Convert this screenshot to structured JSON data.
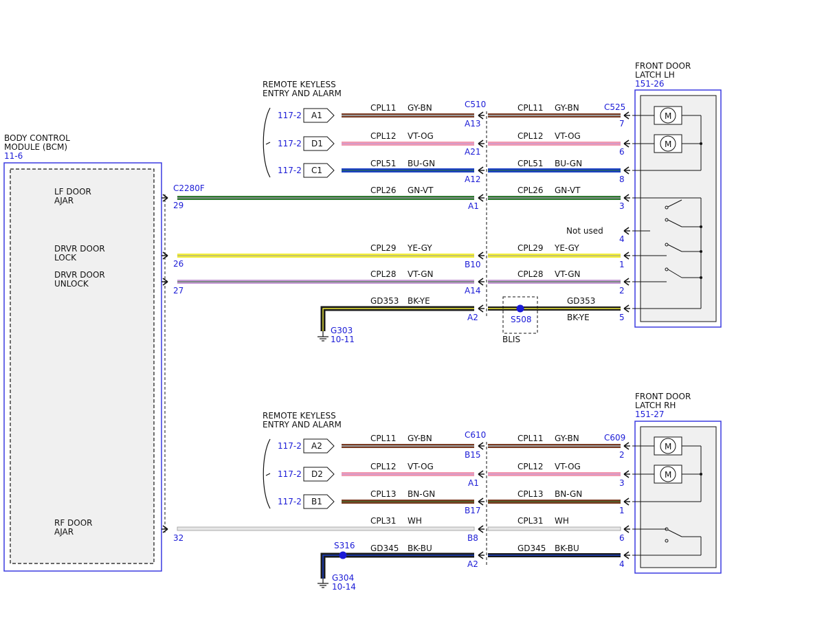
{
  "colors": {
    "blue_ref": "#1a1ad6",
    "box_border": "#3a3ae0",
    "box_fill": "#f0f0f0",
    "gy": "#9a9a9a",
    "bn": "#7a3b22",
    "vt": "#c79ad6",
    "og": "#f29ab0",
    "bu": "#1a3fc4",
    "gn": "#2f7a2f",
    "ye": "#f2ee3a",
    "bk": "#1a1a1a",
    "wh": "#e6e6e6"
  },
  "bcm": {
    "title_line1": "BODY CONTROL",
    "title_line2": "MODULE (BCM)",
    "ref": "11-6",
    "lf_ajar_1": "LF DOOR",
    "lf_ajar_2": "AJAR",
    "drvr_lock_1": "DRVR DOOR",
    "drvr_lock_2": "LOCK",
    "drvr_unlock_1": "DRVR DOOR",
    "drvr_unlock_2": "UNLOCK",
    "rf_ajar_1": "RF DOOR",
    "rf_ajar_2": "AJAR",
    "connector": "C2280F",
    "pin_29": "29",
    "pin_26": "26",
    "pin_27": "27",
    "pin_32": "32"
  },
  "rke_top": {
    "title_line1": "REMOTE KEYLESS",
    "title_line2": "ENTRY AND ALARM",
    "rows": [
      {
        "ref": "117-2",
        "pin": "A1"
      },
      {
        "ref": "117-2",
        "pin": "D1"
      },
      {
        "ref": "117-2",
        "pin": "C1"
      }
    ]
  },
  "rke_bottom": {
    "title_line1": "REMOTE KEYLESS",
    "title_line2": "ENTRY AND ALARM",
    "rows": [
      {
        "ref": "117-2",
        "pin": "A2"
      },
      {
        "ref": "117-2",
        "pin": "D2"
      },
      {
        "ref": "117-2",
        "pin": "B1"
      }
    ]
  },
  "latch_lh": {
    "title_line1": "FRONT DOOR",
    "title_line2": "LATCH LH",
    "ref": "151-26",
    "connector": "C525",
    "not_used": "Not used",
    "motor": "M"
  },
  "latch_rh": {
    "title_line1": "FRONT DOOR",
    "title_line2": "LATCH RH",
    "ref": "151-27",
    "connector": "C609",
    "motor": "M"
  },
  "inline_top": {
    "connector": "C510"
  },
  "inline_bottom": {
    "connector": "C610"
  },
  "wires_top": [
    {
      "circuit": "CPL11",
      "color": "GY-BN",
      "inline_pin": "A13",
      "latch_pin": "7"
    },
    {
      "circuit": "CPL12",
      "color": "VT-OG",
      "inline_pin": "A21",
      "latch_pin": "6"
    },
    {
      "circuit": "CPL51",
      "color": "BU-GN",
      "inline_pin": "A12",
      "latch_pin": "8"
    },
    {
      "circuit": "CPL26",
      "color": "GN-VT",
      "inline_pin": "A1",
      "latch_pin": "3"
    },
    {
      "circuit": "",
      "color": "",
      "inline_pin": "",
      "latch_pin": "4"
    },
    {
      "circuit": "CPL29",
      "color": "YE-GY",
      "inline_pin": "B10",
      "latch_pin": "1"
    },
    {
      "circuit": "CPL28",
      "color": "VT-GN",
      "inline_pin": "A14",
      "latch_pin": "2"
    },
    {
      "circuit": "GD353",
      "color": "BK-YE",
      "inline_pin": "A2",
      "latch_pin": "5"
    }
  ],
  "wires_bottom": [
    {
      "circuit": "CPL11",
      "color": "GY-BN",
      "inline_pin": "B15",
      "latch_pin": "2"
    },
    {
      "circuit": "CPL12",
      "color": "VT-OG",
      "inline_pin": "A1",
      "latch_pin": "3"
    },
    {
      "circuit": "CPL13",
      "color": "BN-GN",
      "inline_pin": "B17",
      "latch_pin": "1"
    },
    {
      "circuit": "CPL31",
      "color": "WH",
      "inline_pin": "B8",
      "latch_pin": "6"
    },
    {
      "circuit": "GD345",
      "color": "BK-BU",
      "inline_pin": "A2",
      "latch_pin": "4"
    }
  ],
  "splices": {
    "s508": "S508",
    "blis": "BLIS",
    "s316": "S316"
  },
  "grounds": {
    "g303": "G303",
    "g303_ref": "10-11",
    "g304": "G304",
    "g304_ref": "10-14"
  }
}
